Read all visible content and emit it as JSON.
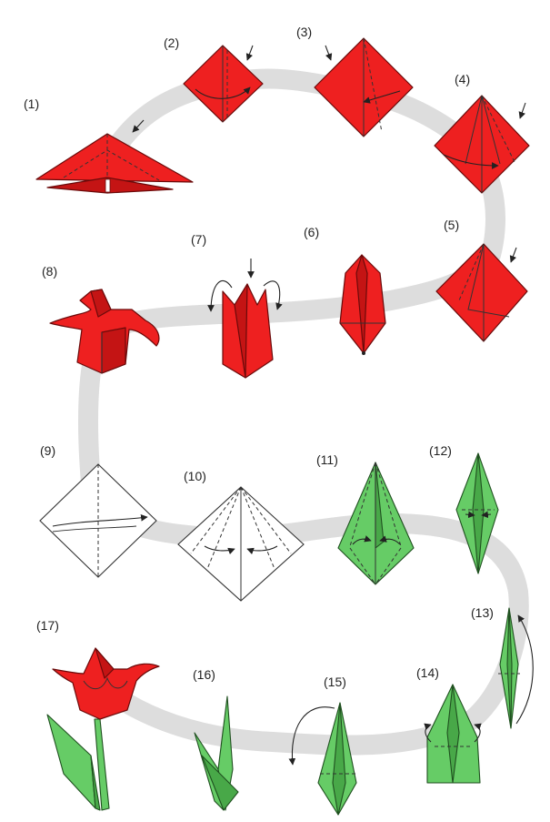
{
  "diagram": {
    "steps": [
      {
        "id": 1,
        "label": "(1)",
        "color": "red"
      },
      {
        "id": 2,
        "label": "(2)",
        "color": "red"
      },
      {
        "id": 3,
        "label": "(3)",
        "color": "red"
      },
      {
        "id": 4,
        "label": "(4)",
        "color": "red"
      },
      {
        "id": 5,
        "label": "(5)",
        "color": "red"
      },
      {
        "id": 6,
        "label": "(6)",
        "color": "red"
      },
      {
        "id": 7,
        "label": "(7)",
        "color": "red"
      },
      {
        "id": 8,
        "label": "(8)",
        "color": "red"
      },
      {
        "id": 9,
        "label": "(9)",
        "color": "white"
      },
      {
        "id": 10,
        "label": "(10)",
        "color": "white"
      },
      {
        "id": 11,
        "label": "(11)",
        "color": "green"
      },
      {
        "id": 12,
        "label": "(12)",
        "color": "green"
      },
      {
        "id": 13,
        "label": "(13)",
        "color": "green"
      },
      {
        "id": 14,
        "label": "(14)",
        "color": "green"
      },
      {
        "id": 15,
        "label": "(15)",
        "color": "green"
      },
      {
        "id": 16,
        "label": "(16)",
        "color": "green"
      },
      {
        "id": 17,
        "label": "(17)",
        "color": "red-green"
      }
    ],
    "colors": {
      "flower_red": "#ee2020",
      "stem_green": "#66cc66",
      "paper_white": "#ffffff",
      "path_gray": "#dddddd"
    }
  }
}
